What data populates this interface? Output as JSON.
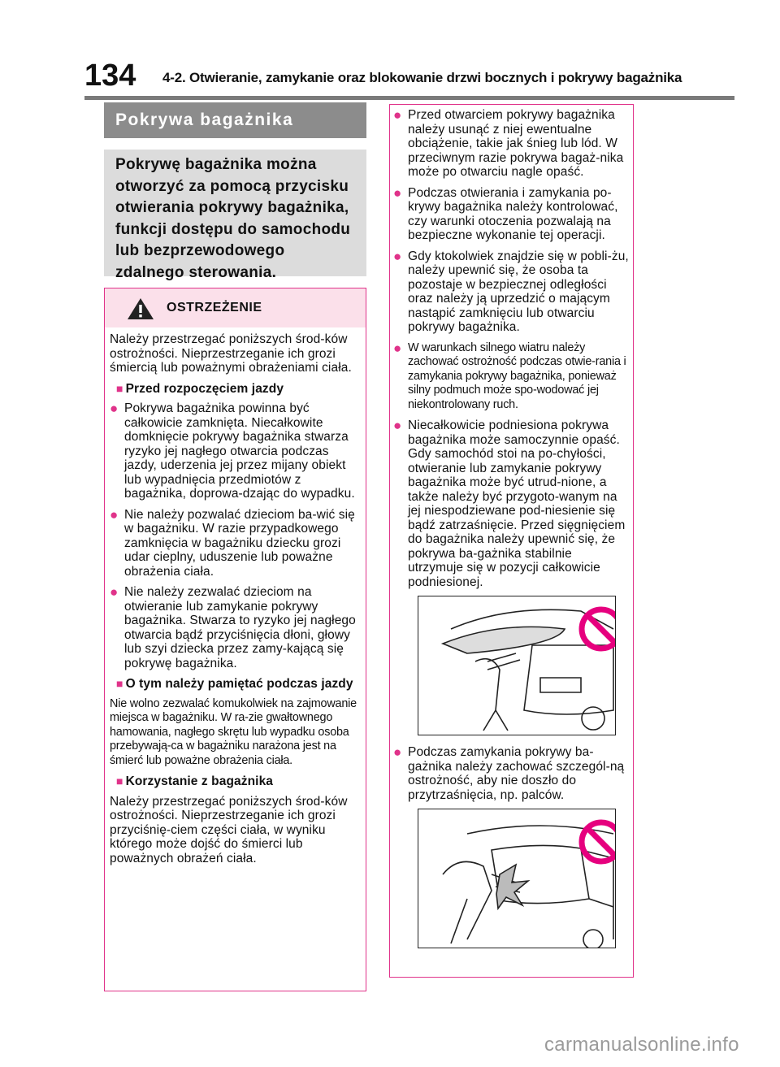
{
  "header": {
    "page_number": "134",
    "title": "4-2. Otwieranie, zamykanie oraz blokowanie drzwi bocznych i pokrywy bagażnika"
  },
  "section": {
    "title": "Pokrywa bagażnika",
    "intro": "Pokrywę bagażnika można otworzyć za pomocą przycisku otwierania pokrywy bagażnika, funkcji dostępu do samochodu lub bezprzewodowego zdalnego sterowania."
  },
  "warning": {
    "title": "OSTRZEŻENIE",
    "intro": "Należy przestrzegać poniższych środ-ków ostrożności. Nieprzestrzeganie ich grozi śmiercią lub poważnymi obrażeniami ciała.",
    "sub1": "Przed rozpoczęciem jazdy",
    "b1": "Pokrywa bagażnika powinna być całkowicie zamknięta. Niecałkowite domknięcie pokrywy bagażnika stwarza ryzyko jej nagłego otwarcia podczas jazdy, uderzenia jej przez mijany obiekt lub wypadnięcia przedmiotów z bagażnika, doprowa-dzając do wypadku.",
    "b2": "Nie należy pozwalać dzieciom ba-wić się w bagażniku. W razie przypadkowego zamknięcia w bagażniku dziecku grozi udar cieplny, uduszenie lub poważne obrażenia ciała.",
    "b3": "Nie należy zezwalać dzieciom na otwieranie lub zamykanie pokrywy bagażnika. Stwarza to ryzyko jej nagłego otwarcia bądź przyciśnięcia dłoni, głowy lub szyi dziecka przez zamy-kającą się pokrywę bagażnika.",
    "sub2": "O tym należy pamiętać podczas jazdy",
    "p2": "Nie wolno zezwalać komukolwiek na zajmowanie miejsca w bagażniku. W ra-zie gwałtownego hamowania, nagłego skrętu lub wypadku osoba przebywają-ca w bagażniku narażona jest na śmierć lub poważne obrażenia ciała.",
    "sub3": "Korzystanie z bagażnika",
    "p3": "Należy przestrzegać poniższych środ-ków ostrożności. Nieprzestrzeganie ich grozi przyciśnię-ciem części ciała, w wyniku którego może dojść do śmierci lub poważnych obrażeń ciała."
  },
  "right": {
    "b1": "Przed otwarciem pokrywy bagażnika należy usunąć z niej ewentualne obciążenie, takie jak śnieg lub lód. W przeciwnym razie pokrywa bagaż-nika może po otwarciu nagle opaść.",
    "b2": "Podczas otwierania i zamykania po-krywy bagażnika należy kontrolować, czy warunki otoczenia pozwalają na bezpieczne wykonanie tej operacji.",
    "b3": "Gdy ktokolwiek znajdzie się w pobli-żu, należy upewnić się, że osoba ta pozostaje w bezpiecznej odległości oraz należy ją uprzedzić o mającym nastąpić zamknięciu lub otwarciu pokrywy bagażnika.",
    "b4": "W warunkach silnego wiatru należy zachować ostrożność podczas otwie-rania i zamykania pokrywy bagażnika, ponieważ silny podmuch może spo-wodować jej niekontrolowany ruch.",
    "b5": "Niecałkowicie podniesiona pokrywa bagażnika może samoczynnie opaść. Gdy samochód stoi na po-chyłości, otwieranie lub zamykanie pokrywy bagażnika może być utrud-nione, a także należy być przygoto-wanym na jej niespodziewane pod-niesienie się bądź zatrzaśnięcie. Przed sięgnięciem do bagażnika należy upewnić się, że pokrywa ba-gażnika stabilnie utrzymuje się w pozycji całkowicie podniesionej.",
    "b6": "Podczas zamykania pokrywy ba-gażnika należy zachować szczegól-ną ostrożność, aby nie doszło do przytrzaśnięcia, np. palców."
  },
  "footer": {
    "watermark": "carmanualsonline.info"
  },
  "colors": {
    "accent": "#e0338a",
    "warning_bg": "#fbe0ea",
    "prohibit": "#e6007e"
  }
}
